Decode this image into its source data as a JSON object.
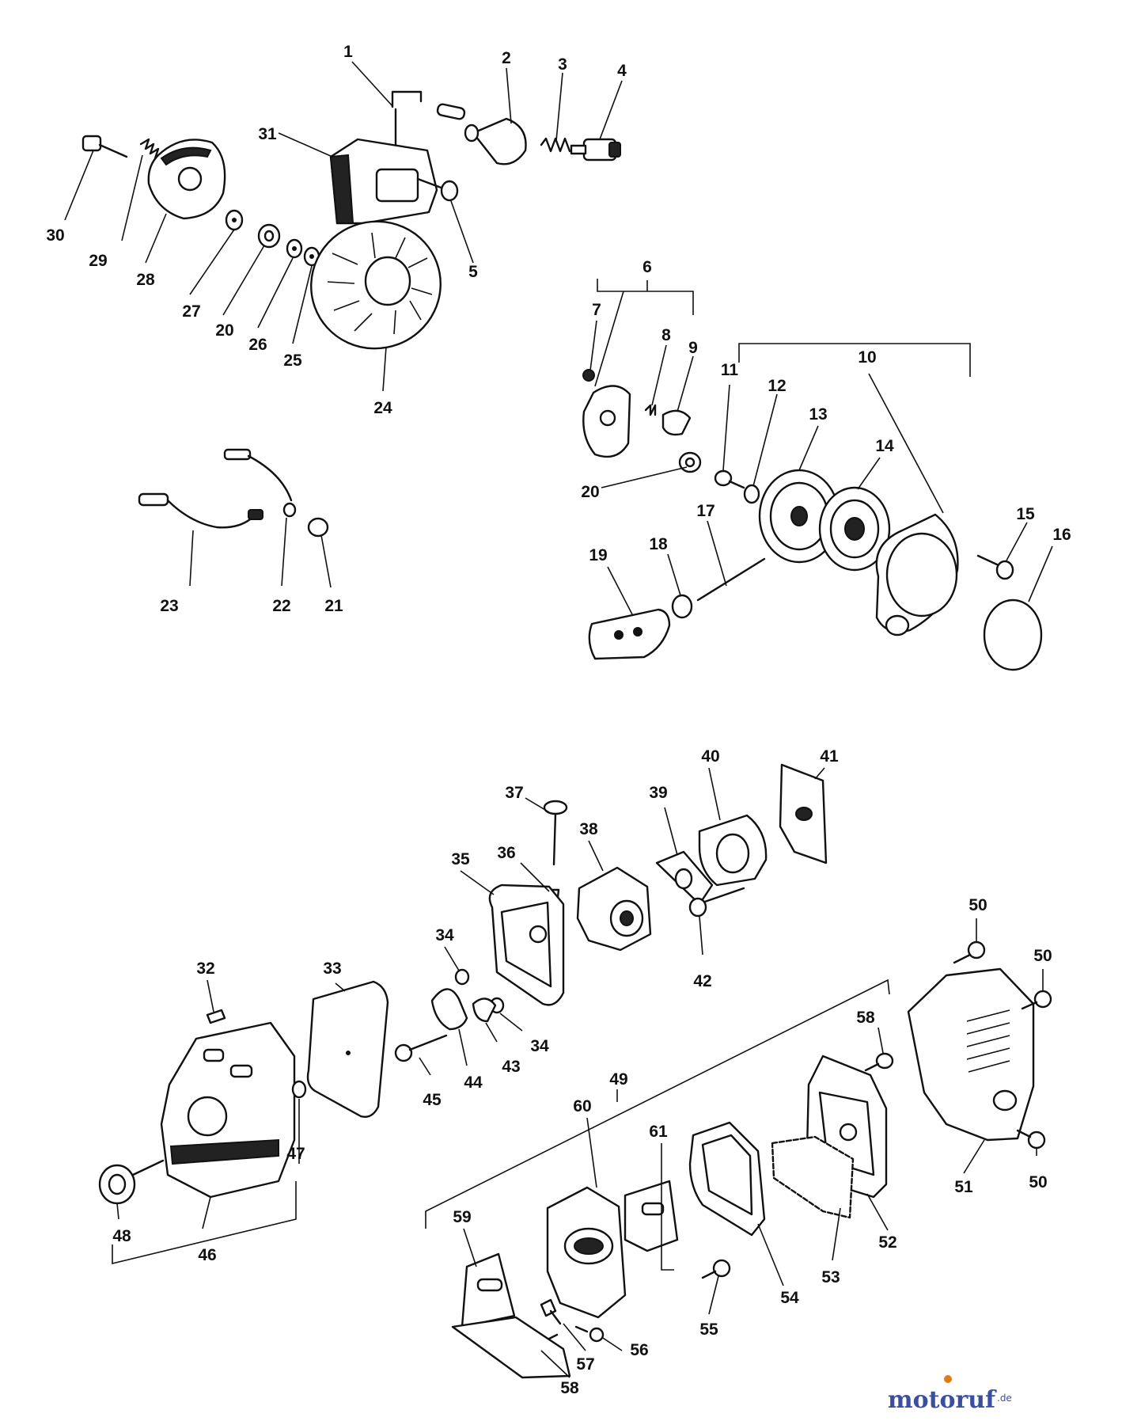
{
  "brand": {
    "name": "motoruf",
    "suffix": ".de",
    "colors": {
      "primary": "#3b4fa0",
      "accent": "#e07b1a"
    }
  },
  "callouts": [
    "1",
    "2",
    "3",
    "4",
    "5",
    "6",
    "7",
    "8",
    "9",
    "10",
    "11",
    "12",
    "13",
    "14",
    "15",
    "16",
    "17",
    "18",
    "19",
    "20",
    "21",
    "22",
    "23",
    "24",
    "25",
    "26",
    "27",
    "28",
    "29",
    "30",
    "31",
    "32",
    "33",
    "34",
    "35",
    "36",
    "37",
    "38",
    "39",
    "40",
    "41",
    "42",
    "43",
    "44",
    "45",
    "46",
    "47",
    "48",
    "49",
    "50",
    "51",
    "52",
    "53",
    "54",
    "55",
    "56",
    "57",
    "58",
    "59",
    "60",
    "61"
  ]
}
